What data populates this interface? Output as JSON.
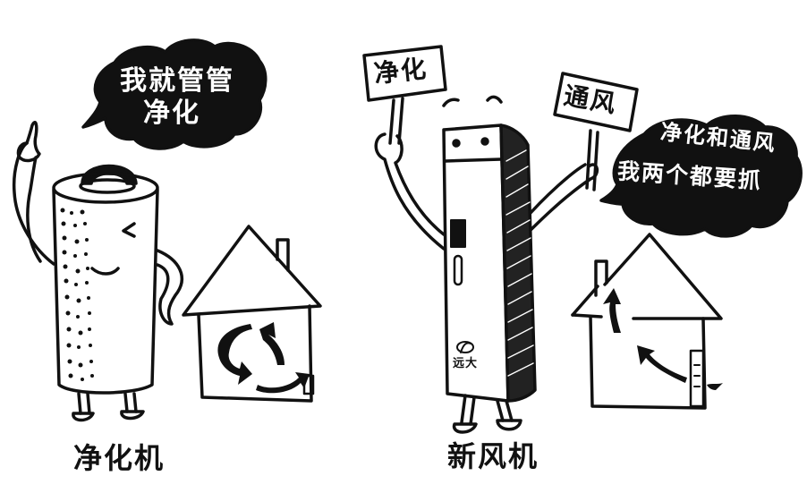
{
  "left_panel": {
    "caption": "净化机",
    "speech_bubble": {
      "line1": "我就管管",
      "line2": "净化"
    },
    "character": "air-purifier-cylinder",
    "house_icon": "house-with-circulating-arrows"
  },
  "right_panel": {
    "caption": "新风机",
    "sign_left": "净化",
    "sign_right": "通风",
    "speech_bubble": {
      "line1": "净化和通风",
      "line2": "我两个都要抓"
    },
    "character": "fresh-air-unit",
    "brand": {
      "logo_glyph": "D",
      "name": "远大"
    },
    "house_icon": "house-with-inflow-and-chimney-outflow-arrows"
  },
  "colors": {
    "ink": "#111111",
    "paper": "#ffffff"
  }
}
